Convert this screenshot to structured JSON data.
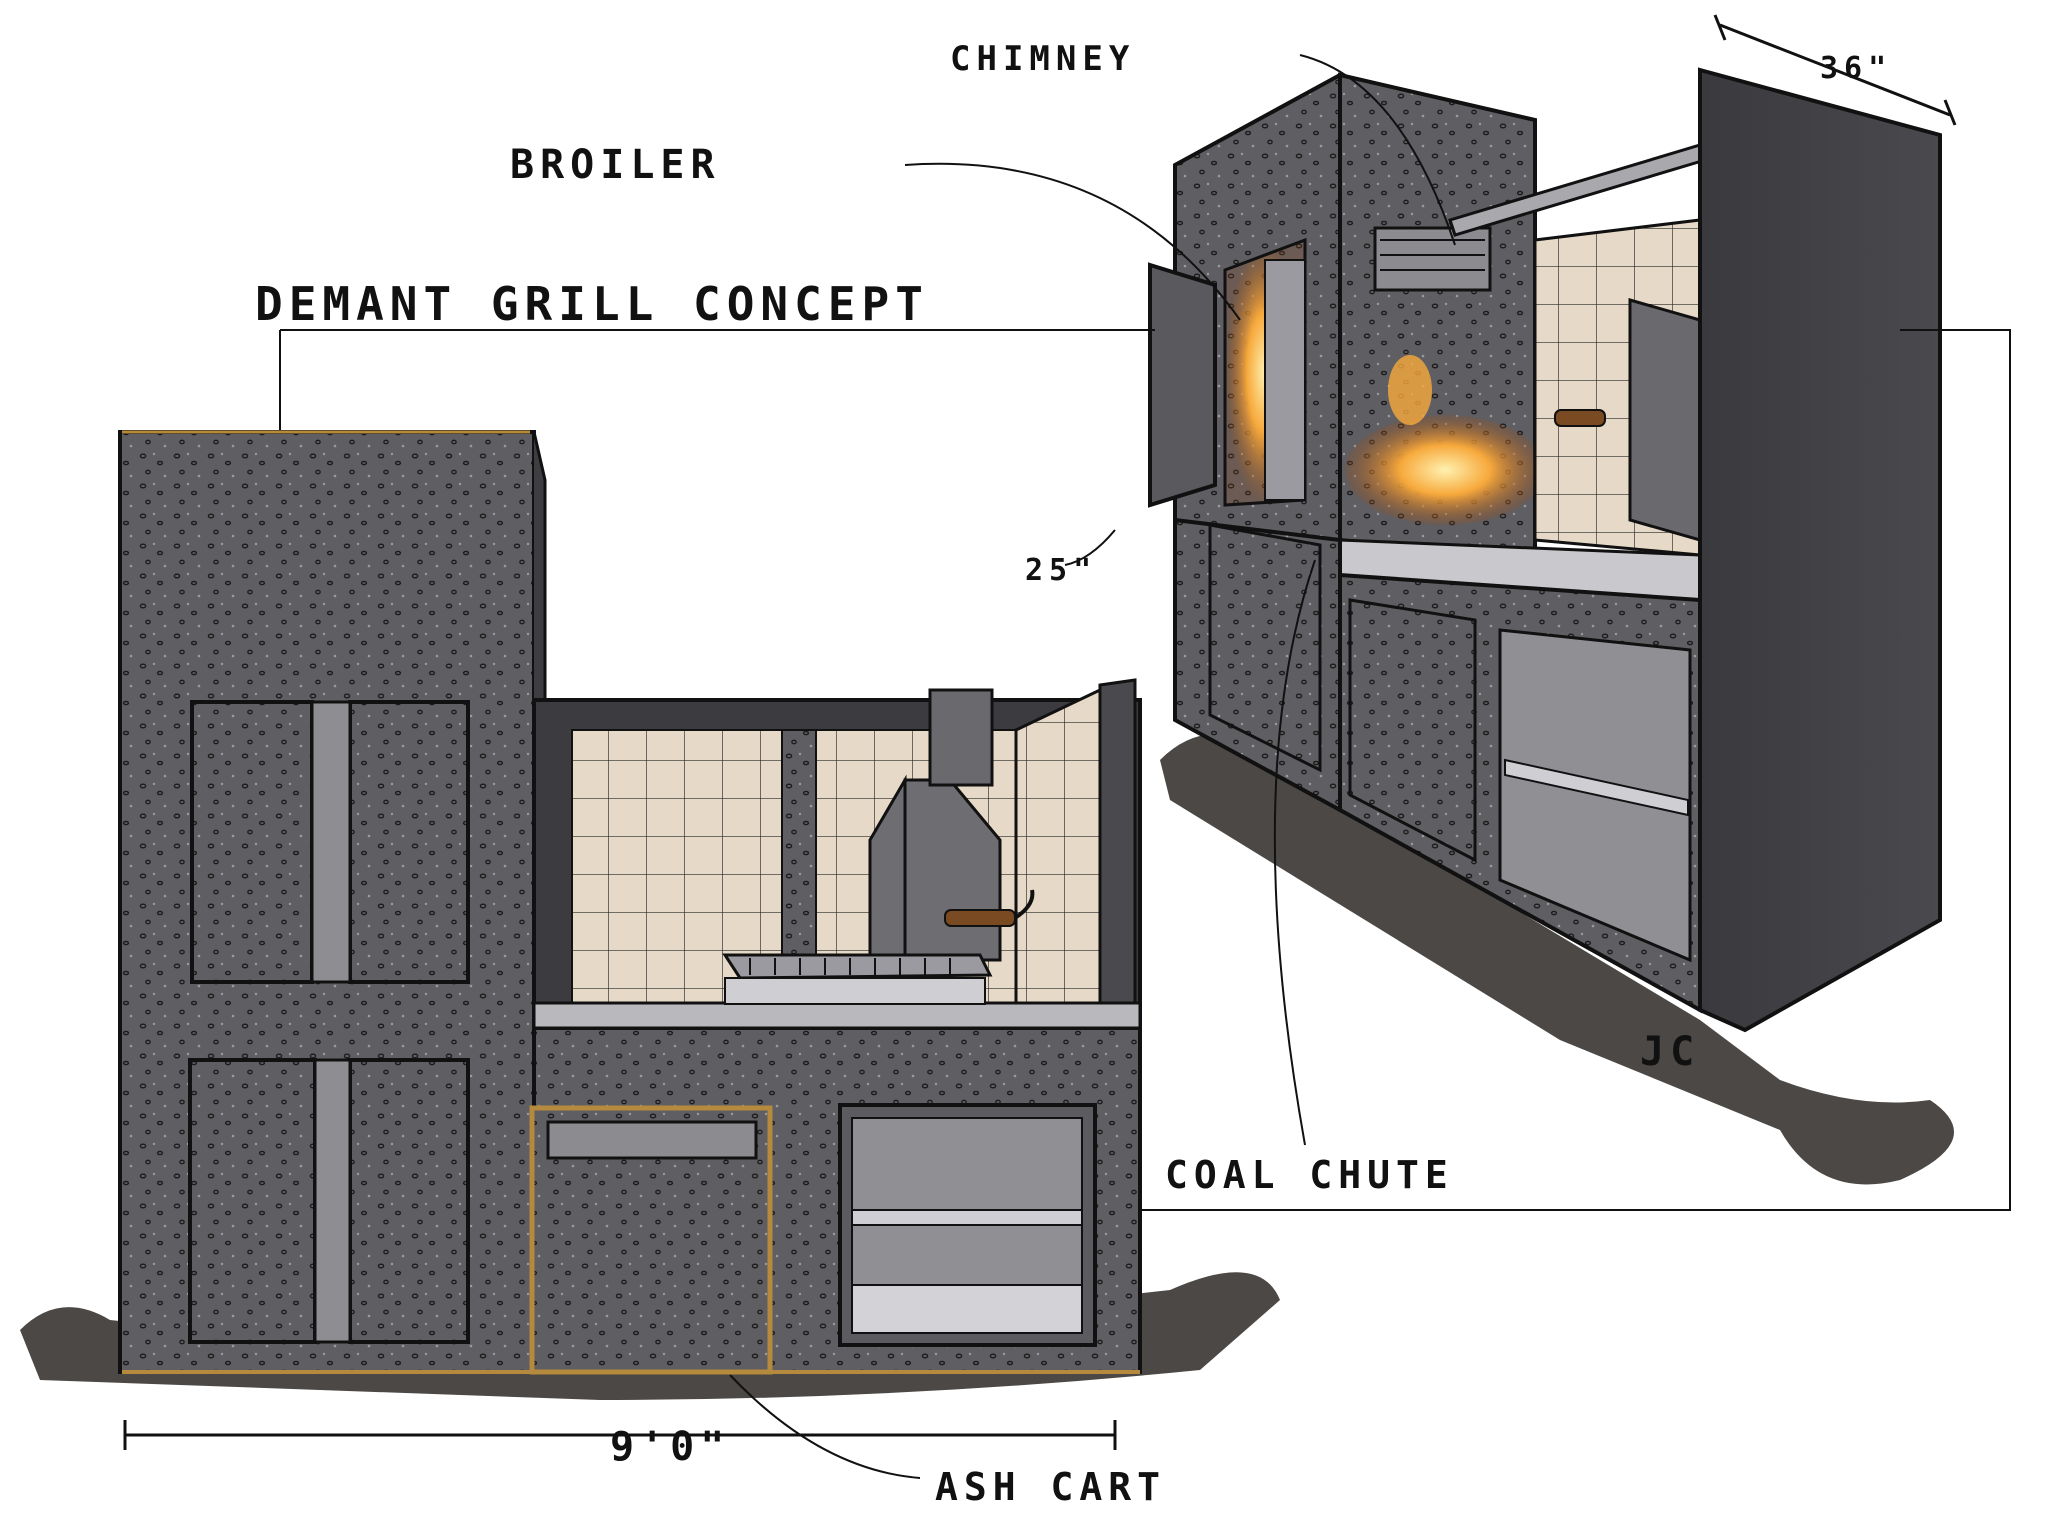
{
  "title": "DEMANT GRILL CONCEPT",
  "labels": {
    "broiler": "BROILER",
    "chimney": "CHIMNEY",
    "coal_chute": "COAL CHUTE",
    "ash_cart": "ASH CART"
  },
  "dimensions": {
    "width": "9'0\"",
    "depth": "36\"",
    "broiler_door": "25\""
  },
  "signature": "JC",
  "colors": {
    "concrete": "#5e5e62",
    "concrete_dark": "#3e3e42",
    "tile": "#e6d8c6",
    "wood_trim": "#b58a3c",
    "flame": "#f6a63a",
    "ink": "#111111"
  }
}
